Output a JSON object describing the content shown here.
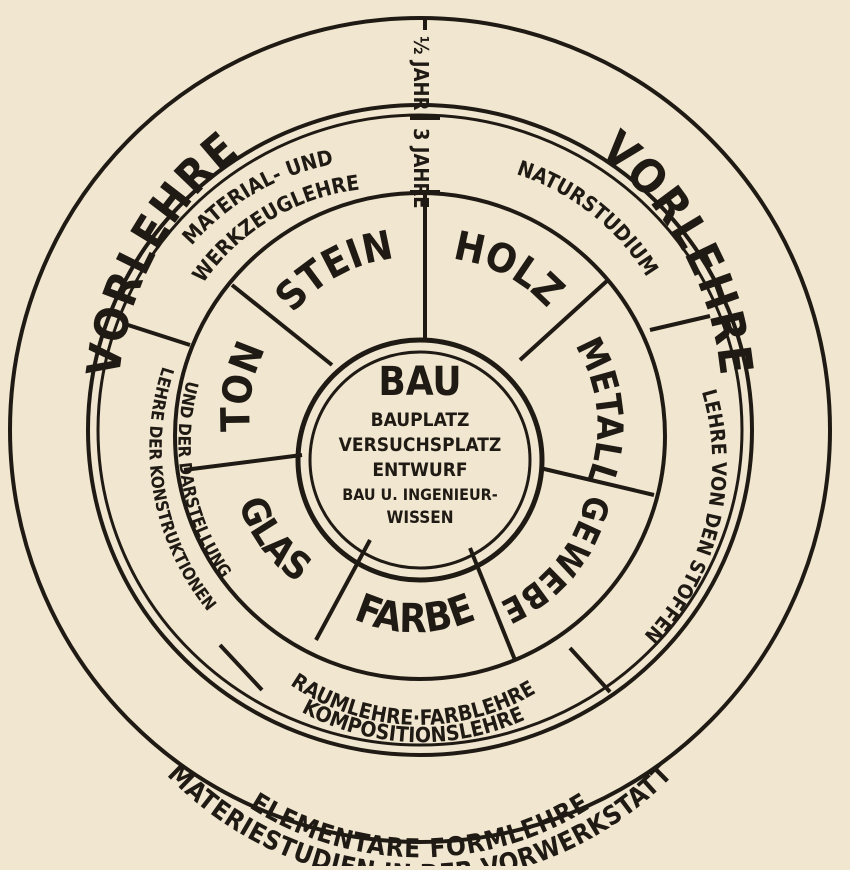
{
  "colors": {
    "paper": "#f1e6cf",
    "ink": "#1f1a14"
  },
  "outer_band": {
    "left": "VORLEHRE",
    "right": "VORLEHRE",
    "bottom_line1": "ELEMENTARE FORMLEHRE",
    "bottom_line2": "MATERIESTUDIEN IN DER VORWERKSTATT"
  },
  "timeline": {
    "half_year": "½ JAHR",
    "three_years": "3 JAHRE"
  },
  "theory_band": {
    "material_line1": "MATERIAL- UND",
    "material_line2": "WERKZEUGLEHRE",
    "nature": "NATURSTUDIUM",
    "substances": "LEHRE VON DEN STOFFEN",
    "space_line1": "RAUMLEHRE·FARBLEHRE",
    "space_line2": "KOMPOSITIONSLEHRE",
    "construction_line1": "LEHRE DER KONSTRUKTIONEN",
    "construction_line2": "UND DER DARSTELLUNG"
  },
  "workshops": {
    "stein": "STEIN",
    "holz": "HOLZ",
    "metall": "METALL",
    "gewebe": "GEWEBE",
    "farbe": "FARBE",
    "glas": "GLAS",
    "ton": "TON"
  },
  "center": {
    "title": "BAU",
    "line1": "BAUPLATZ",
    "line2": "VERSUCHSPLATZ",
    "line3": "ENTWURF",
    "line4": "BAU U. INGENIEUR-",
    "line5": "WISSEN"
  }
}
